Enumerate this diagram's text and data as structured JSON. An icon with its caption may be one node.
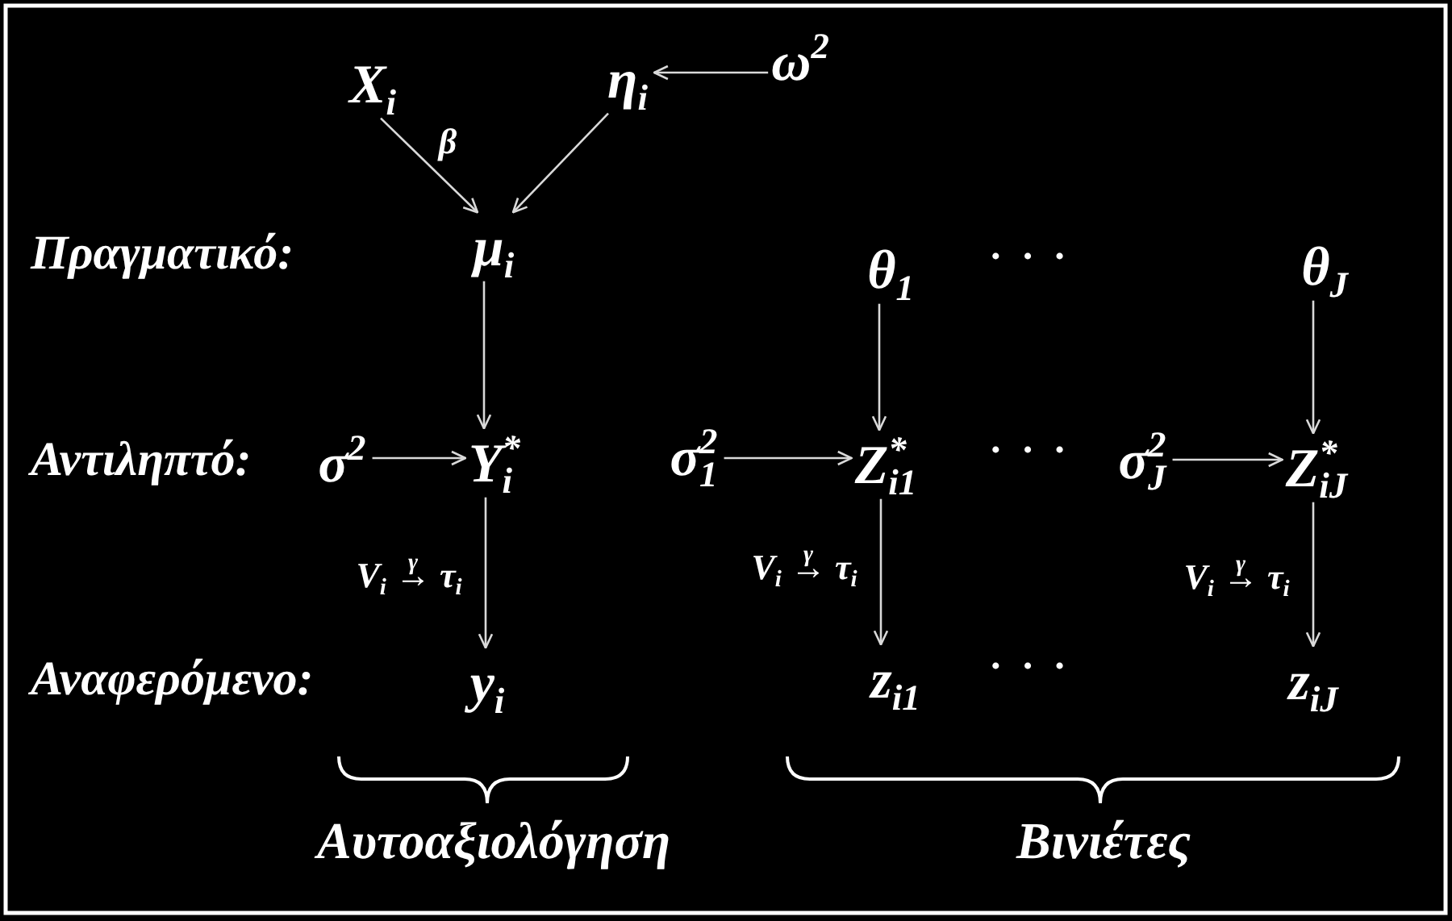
{
  "diagram": {
    "nodes": [
      {
        "text": [
          "X$_{i}$"
        ]
      },
      {
        "text": [
          "η$_{i}$"
        ]
      },
      {
        "text": [
          "ω$^{2}$"
        ]
      },
      {
        "text": [
          "μ$_{i}$"
        ]
      },
      {
        "text": [
          "θ$_{1}$"
        ]
      },
      {
        "text": [
          "θ$_{J}$"
        ]
      },
      {
        "text": [
          "σ$^{2}$"
        ]
      },
      {
        "text": [
          "Y$^{*}$$_{i}$"
        ]
      },
      {
        "text": [
          "σ$^{2}$$_{1}$"
        ]
      },
      {
        "text": [
          "Z$^{*}$$_{i1}$"
        ]
      },
      {
        "text": [
          "σ$^{2}$$_{J}$"
        ]
      },
      {
        "text": [
          "Z$^{*}$$_{iJ}$"
        ]
      },
      {
        "text": [
          "y$_{i}$"
        ]
      },
      {
        "text": [
          "z$_{i1}$"
        ]
      },
      {
        "text": [
          "z$_{iJ}$"
        ]
      }
    ],
    "edges": [
      {
        "from": 0,
        "to": 3,
        "arrow": "to",
        "label": "β"
      },
      {
        "from": 1,
        "to": 3,
        "arrow": "to"
      },
      {
        "from": 2,
        "to": 1,
        "arrow": "to"
      },
      {
        "from": 3,
        "to": 7,
        "arrow": "to"
      },
      {
        "from": 4,
        "to": 9,
        "arrow": "to"
      },
      {
        "from": 5,
        "to": 11,
        "arrow": "to"
      },
      {
        "from": 6,
        "to": 7,
        "arrow": "to"
      },
      {
        "from": 8,
        "to": 9,
        "arrow": "to"
      },
      {
        "from": 10,
        "to": 11,
        "arrow": "to"
      },
      {
        "from": 7,
        "to": 12,
        "arrow": "to",
        "label": "V$_{i}$ →$^{γ}$ τ$_{i}$"
      },
      {
        "from": 9,
        "to": 13,
        "arrow": "to",
        "label": "V$_{i}$ →$^{γ}$ τ$_{i}$"
      },
      {
        "from": 11,
        "to": 14,
        "arrow": "to",
        "label": "V$_{i}$ →$^{γ}$ τ$_{i}$"
      }
    ],
    "labels": [
      "Πραγματικό:",
      "· · ·",
      "Αντιληπτό:",
      "· · ·",
      "Αναφερόμενο:",
      "· · ·",
      "Αυτοαξιολόγηση",
      "Βινιέτες"
    ]
  }
}
